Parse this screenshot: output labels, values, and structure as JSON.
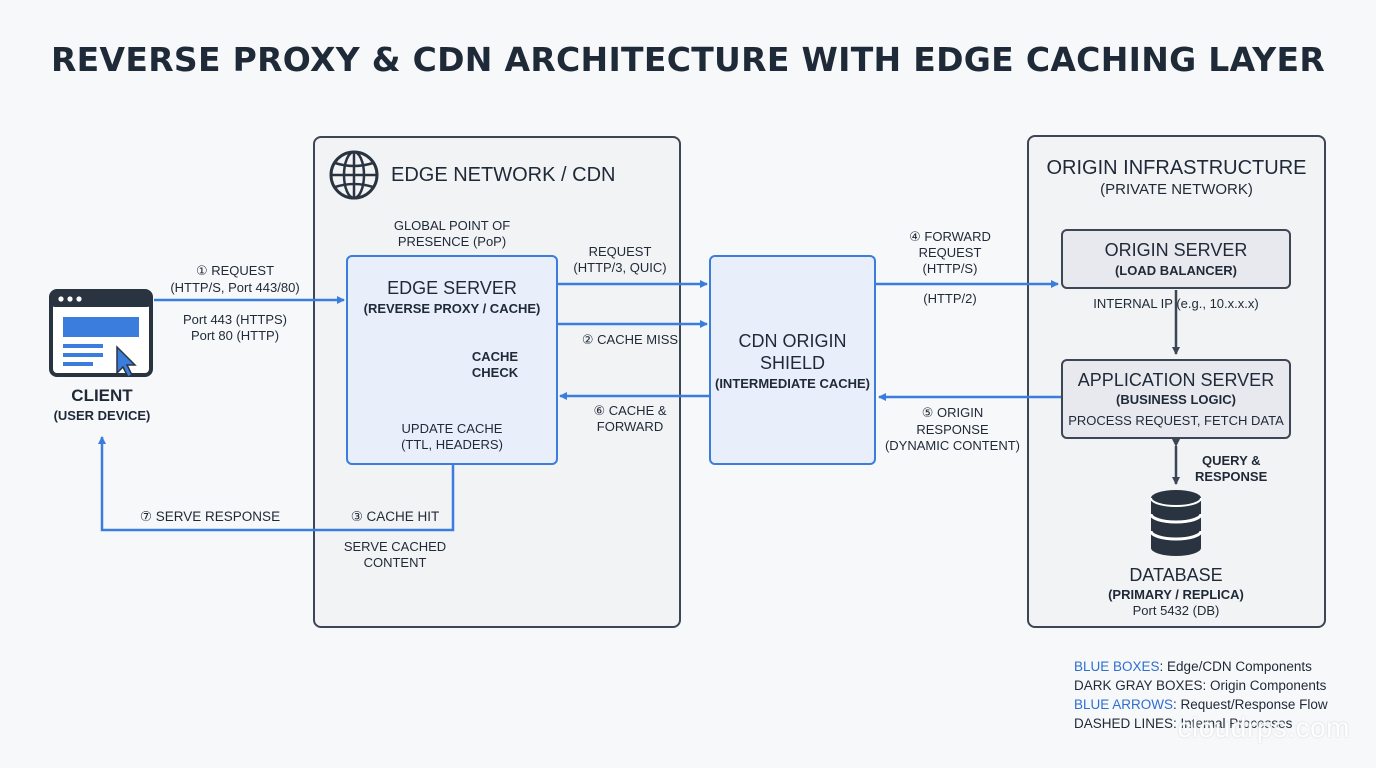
{
  "title": "REVERSE PROXY & CDN ARCHITECTURE WITH EDGE CACHING LAYER",
  "client": {
    "title": "CLIENT",
    "subtitle": "(USER DEVICE)"
  },
  "edge_network": {
    "title": "EDGE NETWORK / CDN",
    "pop_line1": "GLOBAL POINT OF",
    "pop_line2": "PRESENCE (PoP)",
    "edge_server": {
      "title": "EDGE SERVER",
      "subtitle": "(REVERSE PROXY / CACHE)"
    },
    "cache_check_line1": "CACHE",
    "cache_check_line2": "CHECK",
    "update_cache_line1": "UPDATE CACHE",
    "update_cache_line2": "(TTL, HEADERS)",
    "serve_cached_line1": "SERVE CACHED",
    "serve_cached_line2": "CONTENT"
  },
  "origin_shield": {
    "line1": "CDN ORIGIN",
    "line2": "SHIELD",
    "subtitle": "(INTERMEDIATE CACHE)"
  },
  "origin_infra": {
    "title": "ORIGIN INFRASTRUCTURE",
    "subtitle": "(PRIVATE NETWORK)",
    "origin_server": {
      "title": "ORIGIN SERVER",
      "subtitle": "(LOAD BALANCER)"
    },
    "internal_ip": "INTERNAL IP (e.g., 10.x.x.x)",
    "app_server": {
      "title": "APPLICATION SERVER",
      "subtitle": "(BUSINESS LOGIC)",
      "desc": "PROCESS REQUEST, FETCH DATA"
    },
    "query_line1": "QUERY &",
    "query_line2": "RESPONSE",
    "database": {
      "title": "DATABASE",
      "subtitle": "(PRIMARY / REPLICA)",
      "port": "Port 5432 (DB)"
    }
  },
  "flows": {
    "f1_line1": "① REQUEST",
    "f1_line2": "(HTTP/S, Port 443/80)",
    "ports_line1": "Port 443 (HTTPS)",
    "ports_line2": "Port 80 (HTTP)",
    "req_line1": "REQUEST",
    "req_line2": "(HTTP/3, QUIC)",
    "f2": "② CACHE MISS",
    "f6_line1": "⑥ CACHE &",
    "f6_line2": "FORWARD",
    "f4_line1": "④ FORWARD",
    "f4_line2": "REQUEST",
    "f4_line3": "(HTTP/S)",
    "f4_line4": "(HTTP/2)",
    "f5_line1": "⑤ ORIGIN",
    "f5_line2": "RESPONSE",
    "f5_line3": "(DYNAMIC CONTENT)",
    "f3": "③ CACHE HIT",
    "f7": "⑦ SERVE RESPONSE"
  },
  "legend": {
    "l1_key": "BLUE BOXES",
    "l1_val": ": Edge/CDN Components",
    "l2_key": "DARK GRAY BOXES",
    "l2_val": ": Origin Components",
    "l3_key": "BLUE ARROWS",
    "l3_val": ": Request/Response Flow",
    "l4_key": "DASHED LINES",
    "l4_val": ": Internal Processes"
  },
  "watermark": "cloudrps.com",
  "colors": {
    "accent": "#3b7ddd",
    "dark": "#3c4654",
    "background": "#f7f8fa"
  },
  "icons": [
    "browser-window-icon",
    "globe-icon",
    "database-icon"
  ]
}
